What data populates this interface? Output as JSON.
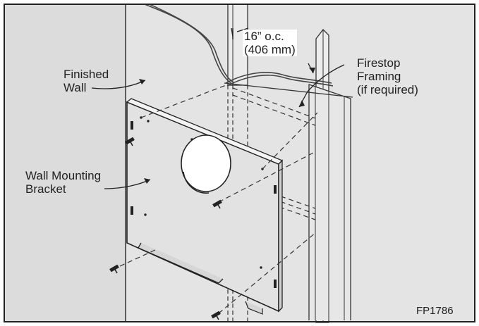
{
  "labels": {
    "spacing_line1": "16” o.c.",
    "spacing_line2": "(406 mm)",
    "finished_wall_line1": "Finished",
    "finished_wall_line2": "Wall",
    "firestop_line1": "Firestop",
    "firestop_line2": "Framing",
    "firestop_line3": "(if required)",
    "bracket_line1": "Wall Mounting",
    "bracket_line2": "Bracket"
  },
  "figure_id": "FP1786"
}
